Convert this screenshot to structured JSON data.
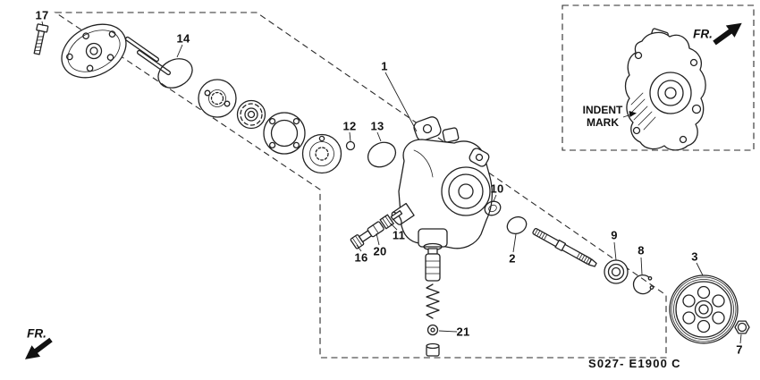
{
  "diagram": {
    "code": "S027- E1900",
    "code_suffix": "C"
  },
  "labels": {
    "indent_mark_line1": "INDENT",
    "indent_mark_line2": "MARK",
    "fr_top": "FR.",
    "fr_bottom": "FR."
  },
  "callouts": {
    "c1": "1",
    "c2": "2",
    "c3": "3",
    "c7": "7",
    "c8": "8",
    "c9": "9",
    "c10": "10",
    "c11": "11",
    "c12": "12",
    "c13": "13",
    "c14": "14",
    "c16": "16",
    "c17": "17",
    "c20": "20",
    "c21": "21"
  }
}
